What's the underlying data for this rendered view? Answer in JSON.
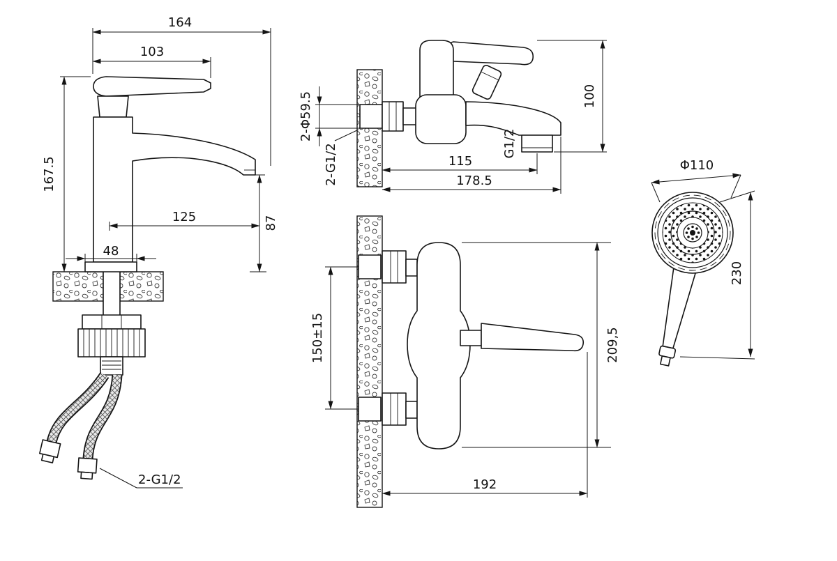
{
  "page": {
    "background": "#ffffff",
    "ink": "#141414"
  },
  "views": {
    "basin_faucet": {
      "dim_total_width": "164",
      "dim_handle_length": "103",
      "dim_body_height": "167.5",
      "dim_spout_reach": "125",
      "dim_spout_height": "87",
      "dim_base_width": "48",
      "label_supply_thread": "2-G1/2"
    },
    "bath_mixer_side": {
      "dim_height": "100",
      "label_escutcheons": "2-Φ59.5",
      "label_wall_thread": "2-G1/2",
      "dim_outlet_offset": "115",
      "dim_total_reach": "178.5",
      "label_outlet_thread": "G1/2"
    },
    "bath_mixer_front": {
      "dim_hole_centers": "150±15",
      "dim_body_height": "209,5",
      "dim_total_reach": "192"
    },
    "hand_shower": {
      "dim_head_diameter": "Φ110",
      "dim_length": "230"
    }
  }
}
